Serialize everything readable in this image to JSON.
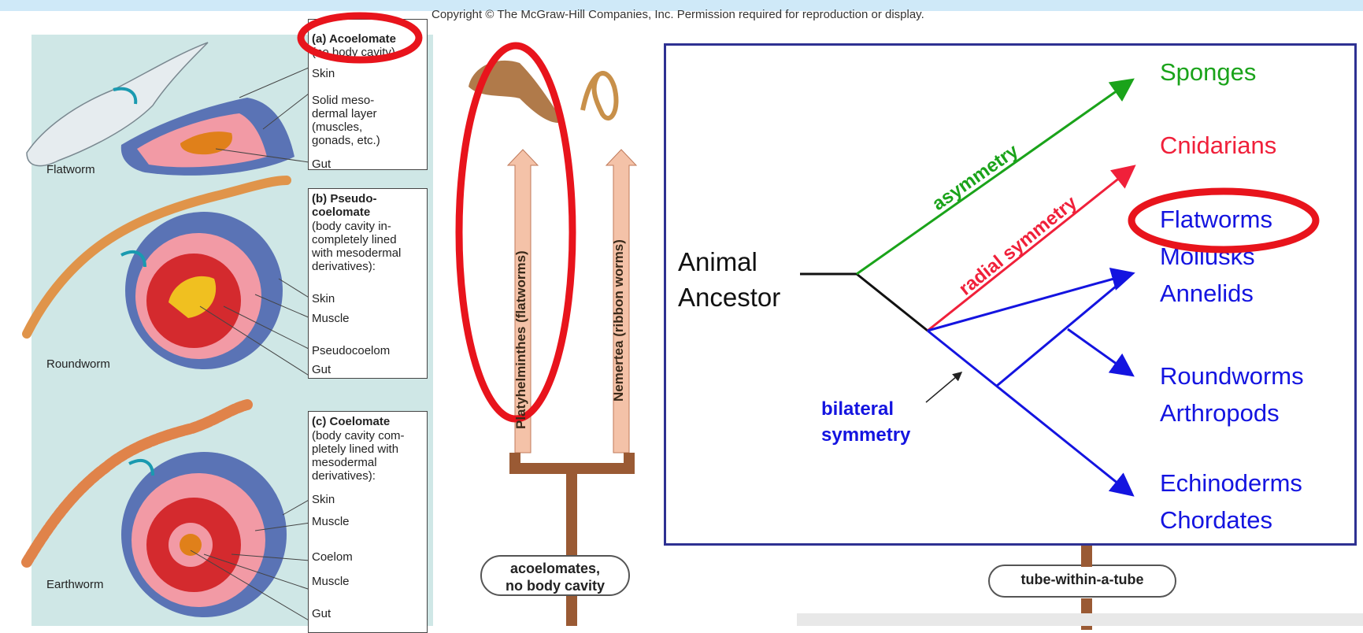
{
  "copyright": "Copyright © The McGraw-Hill Companies, Inc. Permission required for reproduction or display.",
  "body_plans": [
    {
      "title": "(a) Acoelomate",
      "subtitle": "(no body cavity)",
      "labels": [
        "Skin",
        "Solid meso-\ndermal layer\n(muscles,\ngonads, etc.)",
        "Gut"
      ],
      "animal": "Flatworm"
    },
    {
      "title": "(b) Pseudo-\ncoelomate",
      "subtitle": "(body cavity in-\ncompletely lined\nwith mesodermal\nderivatives):",
      "labels": [
        "Skin",
        "Muscle",
        "Pseudocoelom",
        "Gut"
      ],
      "animal": "Roundworm"
    },
    {
      "title": "(c) Coelomate",
      "subtitle": "(body cavity com-\npletely lined with\nmesodermal\nderivatives):",
      "labels": [
        "Skin",
        "Muscle",
        "Coelom",
        "Muscle",
        "Gut"
      ],
      "animal": "Earthworm"
    }
  ],
  "phyla": [
    "Platyhelminthes (flatworms)",
    "Nemertea (ribbon worms)"
  ],
  "pills": [
    "acoelomates,\nno body cavity",
    "tube-within-a-tube"
  ],
  "tree": {
    "root": "Animal\nAncestor",
    "branches": [
      "asymmetry",
      "radial symmetry",
      "bilateral\nsymmetry"
    ],
    "groups": [
      {
        "name": "Sponges",
        "color": "#1aa31a"
      },
      {
        "name": "Cnidarians",
        "color": "#f0203a"
      },
      {
        "name": "Flatworms",
        "color": "#1414e0"
      },
      {
        "name": "Mollusks",
        "color": "#1414e0"
      },
      {
        "name": "Annelids",
        "color": "#1414e0"
      },
      {
        "name": "Roundworms",
        "color": "#1414e0"
      },
      {
        "name": "Arthropods",
        "color": "#1414e0"
      },
      {
        "name": "Echinoderms",
        "color": "#1414e0"
      },
      {
        "name": "Chordates",
        "color": "#1414e0"
      }
    ]
  },
  "colors": {
    "highlight": "#e8141c",
    "tree_border": "#2e3192",
    "asymmetry": "#1aa31a",
    "radial": "#f0203a",
    "bilateral": "#1414e0",
    "trunk": "#9a5a34"
  }
}
